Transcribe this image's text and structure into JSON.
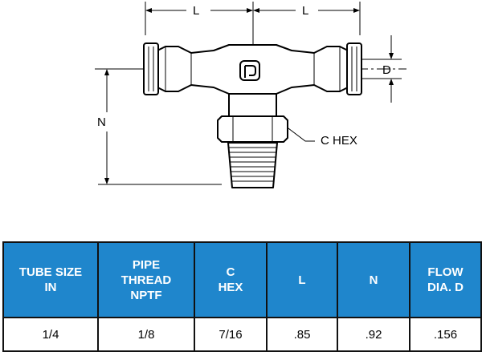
{
  "drawing": {
    "dimensions": {
      "left_length": "L",
      "right_length": "L",
      "flow_diameter": "D",
      "height": "N",
      "hex": "C HEX"
    }
  },
  "table": {
    "headers": [
      [
        "TUBE SIZE",
        "IN"
      ],
      [
        "PIPE",
        "THREAD",
        "NPTF"
      ],
      [
        "C",
        "HEX"
      ],
      [
        "L"
      ],
      [
        "N"
      ],
      [
        "FLOW",
        "DIA. D"
      ]
    ],
    "rows": [
      [
        "1/4",
        "1/8",
        "7/16",
        ".85",
        ".92",
        ".156"
      ]
    ]
  }
}
